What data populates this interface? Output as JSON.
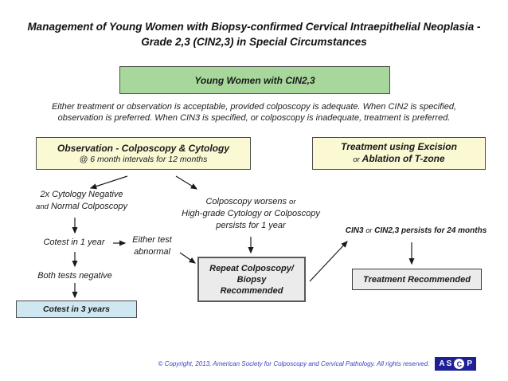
{
  "title": {
    "line1": "Management of Young Women with Biopsy-confirmed Cervical Intraepithelial Neoplasia -",
    "line2": "Grade 2,3 (CIN2,3) in Special Circumstances"
  },
  "intro_note": {
    "line1": "Either treatment or observation is acceptable, provided colposcopy is adequate.  When CIN2 is specified,",
    "line2": "observation is preferred.  When CIN3 is specified, or colposcopy is inadequate, treatment is preferred."
  },
  "nodes": {
    "start": "Young Women with CIN2,3",
    "observation": {
      "title": "Observation - Colposcopy & Cytology",
      "subtitle": "@ 6 month intervals for 12 months"
    },
    "treatment_option": {
      "line1": "Treatment using Excision",
      "or": "or",
      "line2": "Ablation of T-zone"
    },
    "cytology_negative": {
      "line1": "2x Cytology Negative",
      "conj": "and",
      "line2": "Normal Colposcopy"
    },
    "worsens": {
      "line1": "Colposcopy worsens",
      "or": "or",
      "line2": "High-grade Cytology or Colposcopy",
      "line3": "persists for 1 year"
    },
    "cotest_1yr": "Cotest in 1 year",
    "either_abnormal": {
      "line1": "Either test",
      "line2": "abnormal"
    },
    "both_negative": "Both tests negative",
    "cotest_3yr": "Cotest in 3 years",
    "repeat_colposcopy": {
      "line1": "Repeat Colposcopy/",
      "line2": "Biopsy",
      "line3": "Recommended"
    },
    "cin3_persists": {
      "part1": "CIN3",
      "or": "or",
      "part2": "CIN2,3 persists for 24 months"
    },
    "treatment_recommended": "Treatment Recommended"
  },
  "footer": {
    "copyright": "© Copyright, 2013, American Society for Colposcopy and Cervical Pathology.  All rights reserved.",
    "logo": {
      "part1": "AS",
      "part2": "C",
      "part3": "P"
    }
  },
  "colors": {
    "start_bg": "#a8d79c",
    "option_bg": "#fbf8d4",
    "cotest_bg": "#cfe7f0",
    "result_bg": "#ebebeb",
    "copyright_text": "#4343c3",
    "logo_bg": "#1f1f96"
  }
}
